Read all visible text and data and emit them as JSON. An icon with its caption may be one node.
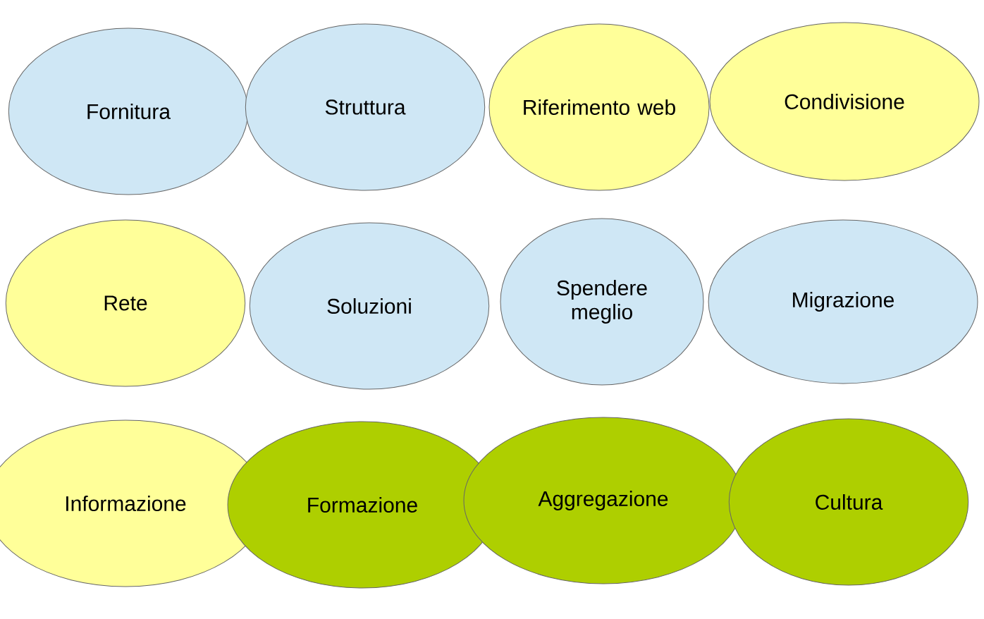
{
  "diagram": {
    "nodes": [
      {
        "text": [
          "Fornitura"
        ]
      },
      {
        "text": [
          "Struttura"
        ]
      },
      {
        "text": [
          "Riferimento web"
        ]
      },
      {
        "text": [
          "Condivisione"
        ]
      },
      {
        "text": [
          "Rete"
        ]
      },
      {
        "text": [
          "Soluzioni"
        ]
      },
      {
        "text": [
          "Spendere meglio"
        ]
      },
      {
        "text": [
          "Migrazione"
        ]
      },
      {
        "text": [
          "Informazione"
        ]
      },
      {
        "text": [
          "Formazione"
        ]
      },
      {
        "text": [
          "Aggregazione"
        ]
      },
      {
        "text": [
          "Cultura"
        ]
      }
    ]
  }
}
